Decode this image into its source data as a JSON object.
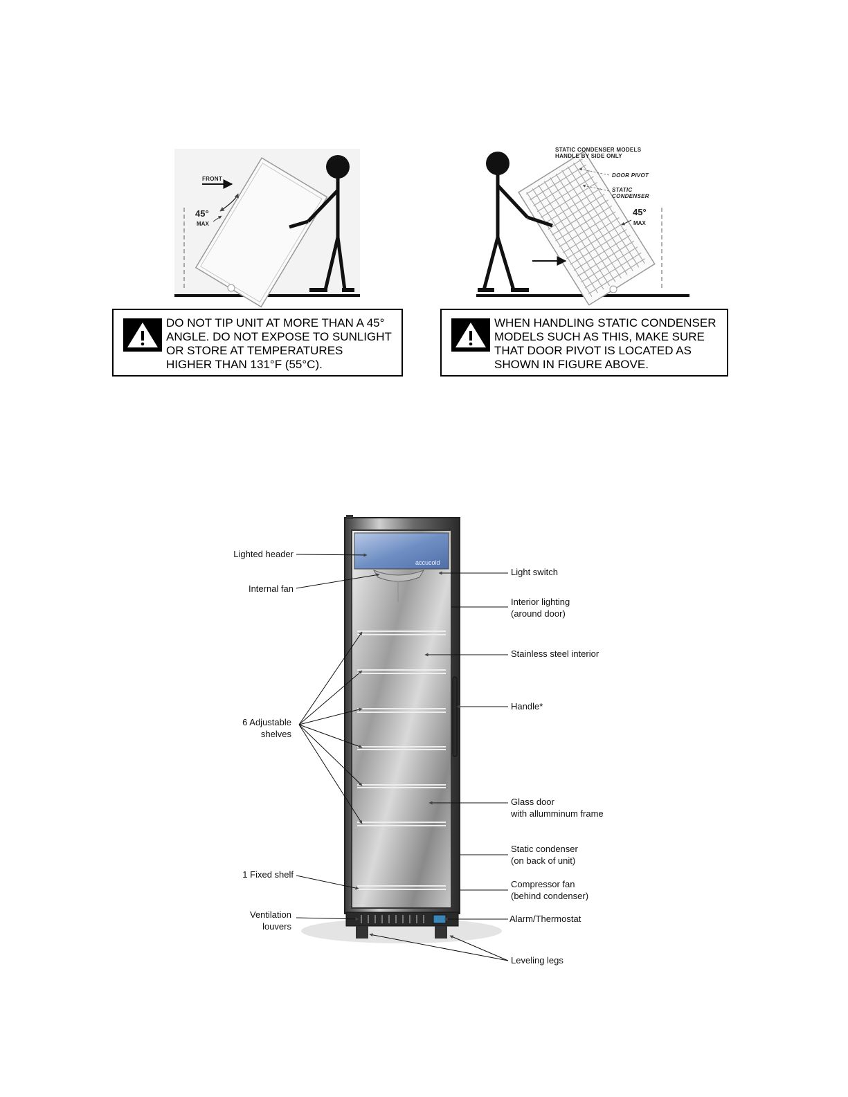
{
  "figure1": {
    "front_label": "FRONT",
    "angle_label": "45°",
    "max_label": "MAX"
  },
  "figure2": {
    "header_label": "STATIC CONDENSER MODELS\nHANDLE BY SIDE ONLY",
    "door_pivot_label": "DOOR PIVOT",
    "static_condenser_label": "STATIC\nCONDENSER",
    "angle_label": "45°",
    "max_label": "MAX"
  },
  "warnings": [
    {
      "icon": "warning-triangle-icon",
      "text": "DO NOT TIP UNIT AT MORE THAN A 45°\nANGLE. DO NOT EXPOSE TO SUNLIGHT\nOR STORE AT TEMPERATURES\nHIGHER THAN 131°F (55°C)."
    },
    {
      "icon": "warning-triangle-icon",
      "text": "WHEN HANDLING STATIC CONDENSER\nMODELS SUCH AS THIS, MAKE SURE\nTHAT DOOR PIVOT IS LOCATED AS\nSHOWN IN FIGURE ABOVE."
    }
  ],
  "diagram": {
    "brand": "accucold",
    "left_callouts": {
      "lighted_header": "Lighted header",
      "internal_fan": "Internal fan",
      "adjustable_shelves": "6 Adjustable\nshelves",
      "fixed_shelf": "1 Fixed shelf",
      "ventilation_louvers": "Ventilation\nlouvers"
    },
    "right_callouts": {
      "light_switch": "Light switch",
      "interior_lighting": "Interior lighting\n(around door)",
      "stainless_interior": "Stainless steel interior",
      "handle": "Handle*",
      "glass_door": "Glass door\nwith allumminum frame",
      "static_condenser": "Static condenser\n(on back of unit)",
      "compressor_fan": "Compressor fan\n(behind condenser)",
      "alarm_thermostat": "Alarm/Thermostat",
      "leveling_legs": "Leveling legs"
    }
  }
}
